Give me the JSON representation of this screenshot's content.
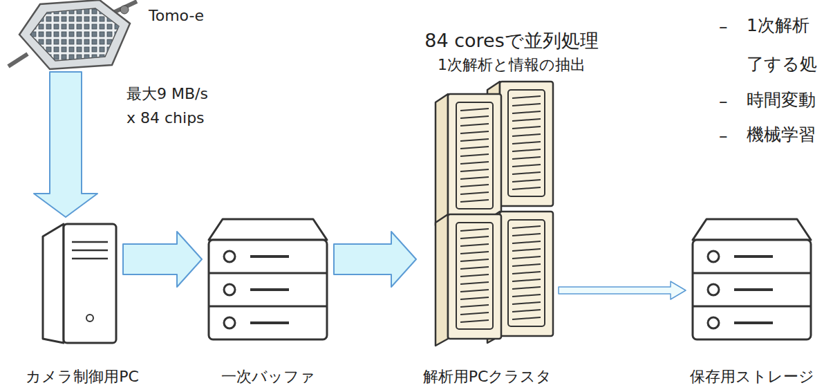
{
  "diagram": {
    "nodes": [
      {
        "text": [
          "Tomo-e"
        ]
      },
      {
        "text": [
          "カメラ制御用PC"
        ]
      },
      {
        "text": [
          "一次バッファ"
        ]
      },
      {
        "text": [
          "84 coresで並列処理",
          "1次解析と情報の抽出",
          "解析用PCクラスタ"
        ]
      },
      {
        "text": [
          "保存用ストレージ"
        ]
      }
    ],
    "edges": [
      {
        "from": 0,
        "to": 1,
        "arrow": "to",
        "label": "最大9 MB/s x 84 chips"
      },
      {
        "from": 1,
        "to": 2,
        "arrow": "to"
      },
      {
        "from": 2,
        "to": 3,
        "arrow": "to"
      },
      {
        "from": 3,
        "to": 4,
        "arrow": "to"
      }
    ],
    "labels": [
      "–",
      "1次解析",
      "了する処",
      "–",
      "時間変動",
      "–",
      "機械学習"
    ]
  }
}
